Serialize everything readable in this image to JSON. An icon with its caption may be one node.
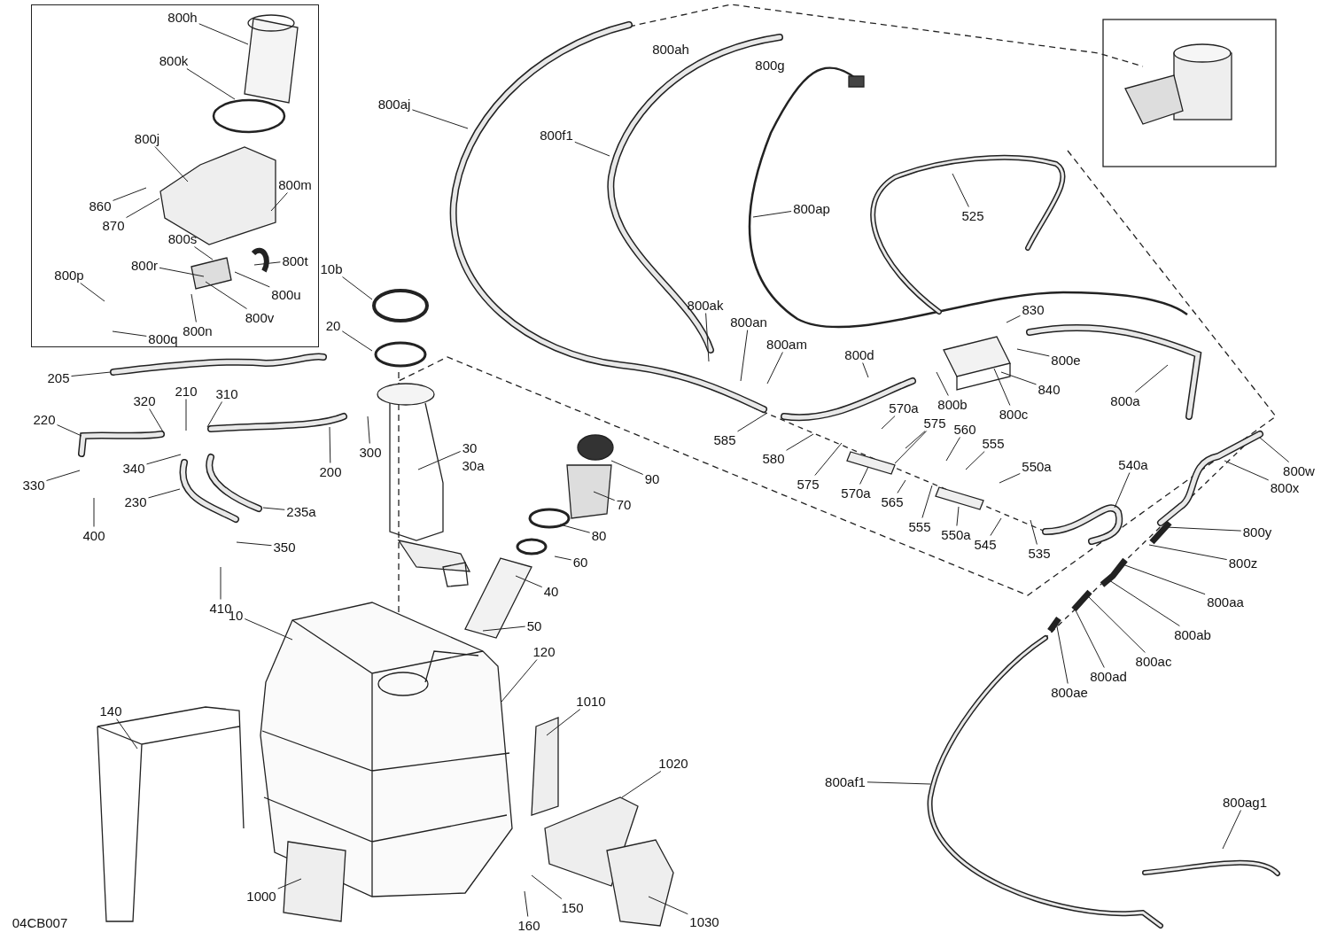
{
  "diagram": {
    "nodes": [
      {
        "text": [],
        "shape": "box"
      },
      {
        "text": [
          "800h"
        ],
        "in": 0
      },
      {
        "text": [
          "800k"
        ],
        "in": 0
      },
      {
        "text": [
          "800j"
        ],
        "in": 0
      },
      {
        "text": [
          "860"
        ],
        "in": 0
      },
      {
        "text": [
          "870"
        ],
        "in": 0
      },
      {
        "text": [
          "800m"
        ],
        "in": 0
      },
      {
        "text": [
          "800s"
        ],
        "in": 0
      },
      {
        "text": [
          "800r"
        ],
        "in": 0
      },
      {
        "text": [
          "800t"
        ],
        "in": 0
      },
      {
        "text": [
          "800u"
        ],
        "in": 0
      },
      {
        "text": [
          "800v"
        ],
        "in": 0
      },
      {
        "text": [
          "800n"
        ],
        "in": 0
      },
      {
        "text": [
          "800p"
        ],
        "in": 0
      },
      {
        "text": [
          "800q"
        ],
        "in": 0
      },
      {
        "text": [
          "10b"
        ]
      },
      {
        "text": [
          "20"
        ]
      },
      {
        "text": [
          "205"
        ]
      },
      {
        "text": [
          "320"
        ]
      },
      {
        "text": [
          "210"
        ]
      },
      {
        "text": [
          "310"
        ]
      },
      {
        "text": [
          "220"
        ]
      },
      {
        "text": [
          "340"
        ]
      },
      {
        "text": [
          "330"
        ]
      },
      {
        "text": [
          "400"
        ]
      },
      {
        "text": [
          "230"
        ]
      },
      {
        "text": [
          "235a"
        ]
      },
      {
        "text": [
          "350"
        ]
      },
      {
        "text": [
          "410"
        ]
      },
      {
        "text": [
          "200"
        ]
      },
      {
        "text": [
          "300"
        ]
      },
      {
        "text": [
          "30"
        ]
      },
      {
        "text": [
          "90"
        ]
      },
      {
        "text": [
          "70"
        ]
      },
      {
        "text": [
          "80"
        ]
      },
      {
        "text": [
          "60"
        ]
      },
      {
        "text": [
          "40"
        ]
      },
      {
        "text": [
          "50"
        ]
      },
      {
        "text": [
          "10"
        ]
      },
      {
        "text": [
          "120"
        ]
      },
      {
        "text": [
          "140"
        ]
      },
      {
        "text": [
          "1010"
        ]
      },
      {
        "text": [
          "1020"
        ]
      },
      {
        "text": [
          "150"
        ]
      },
      {
        "text": [
          "160"
        ]
      },
      {
        "text": [
          "1000"
        ]
      },
      {
        "text": [
          "1030"
        ]
      },
      {
        "text": [
          "800aj"
        ]
      },
      {
        "text": [
          "800f1"
        ]
      },
      {
        "text": [
          "800ap"
        ]
      },
      {
        "text": [
          "525"
        ]
      },
      {
        "text": [
          "800ak"
        ]
      },
      {
        "text": [
          "800an"
        ]
      },
      {
        "text": [
          "800am"
        ]
      },
      {
        "text": [
          "800d"
        ]
      },
      {
        "text": [
          "830"
        ]
      },
      {
        "text": [
          "800e"
        ]
      },
      {
        "text": [
          "840"
        ]
      },
      {
        "text": [
          "800b"
        ]
      },
      {
        "text": [
          "800c"
        ]
      },
      {
        "text": [
          "800a"
        ]
      },
      {
        "text": [
          "585"
        ]
      },
      {
        "text": [
          "580"
        ]
      },
      {
        "text": [
          "575"
        ]
      },
      {
        "text": [
          "570a"
        ]
      },
      {
        "text": [
          "575"
        ]
      },
      {
        "text": [
          "560"
        ]
      },
      {
        "text": [
          "555"
        ]
      },
      {
        "text": [
          "550a"
        ]
      },
      {
        "text": [
          "570a"
        ]
      },
      {
        "text": [
          "565"
        ]
      },
      {
        "text": [
          "555"
        ]
      },
      {
        "text": [
          "550a"
        ]
      },
      {
        "text": [
          "545"
        ]
      },
      {
        "text": [
          "535"
        ]
      },
      {
        "text": [
          "540a"
        ]
      },
      {
        "text": [
          "800w"
        ]
      },
      {
        "text": [
          "800x"
        ]
      },
      {
        "text": [
          "800y"
        ]
      },
      {
        "text": [
          "800z"
        ]
      },
      {
        "text": [
          "800aa"
        ]
      },
      {
        "text": [
          "800ab"
        ]
      },
      {
        "text": [
          "800ac"
        ]
      },
      {
        "text": [
          "800ad"
        ]
      },
      {
        "text": [
          "800ae"
        ]
      },
      {
        "text": [
          "800af1"
        ]
      },
      {
        "text": [
          "800ag1"
        ]
      }
    ],
    "edges": [
      {
        "from": 1,
        "to": null,
        "arrow": "none"
      },
      {
        "from": 2,
        "to": null,
        "arrow": "none"
      },
      {
        "from": 3,
        "to": null,
        "arrow": "none"
      },
      {
        "from": 4,
        "to": null,
        "arrow": "none"
      },
      {
        "from": 5,
        "to": null,
        "arrow": "none"
      },
      {
        "from": 6,
        "to": null,
        "arrow": "none"
      },
      {
        "from": 7,
        "to": null,
        "arrow": "none"
      },
      {
        "from": 8,
        "to": null,
        "arrow": "none"
      },
      {
        "from": 9,
        "to": null,
        "arrow": "none"
      },
      {
        "from": 10,
        "to": null,
        "arrow": "none"
      },
      {
        "from": 11,
        "to": null,
        "arrow": "none"
      },
      {
        "from": 12,
        "to": null,
        "arrow": "none"
      },
      {
        "from": 13,
        "to": null,
        "arrow": "none"
      },
      {
        "from": 14,
        "to": null,
        "arrow": "none"
      },
      {
        "from": 15,
        "to": null,
        "arrow": "none"
      },
      {
        "from": 16,
        "to": null,
        "arrow": "none"
      },
      {
        "from": 17,
        "to": null,
        "arrow": "none"
      },
      {
        "from": 18,
        "to": null,
        "arrow": "none"
      },
      {
        "from": 19,
        "to": null,
        "arrow": "none"
      },
      {
        "from": 20,
        "to": null,
        "arrow": "none"
      },
      {
        "from": 21,
        "to": null,
        "arrow": "none"
      },
      {
        "from": 22,
        "to": null,
        "arrow": "none"
      },
      {
        "from": 23,
        "to": null,
        "arrow": "none"
      },
      {
        "from": 24,
        "to": null,
        "arrow": "none"
      },
      {
        "from": 25,
        "to": null,
        "arrow": "none"
      },
      {
        "from": 26,
        "to": null,
        "arrow": "none"
      },
      {
        "from": 27,
        "to": null,
        "arrow": "none"
      },
      {
        "from": 28,
        "to": null,
        "arrow": "none"
      },
      {
        "from": 29,
        "to": null,
        "arrow": "none"
      },
      {
        "from": 30,
        "to": null,
        "arrow": "none"
      },
      {
        "from": 31,
        "to": null,
        "arrow": "none"
      },
      {
        "from": 32,
        "to": null,
        "arrow": "none"
      },
      {
        "from": 33,
        "to": null,
        "arrow": "none"
      },
      {
        "from": 34,
        "to": null,
        "arrow": "none"
      },
      {
        "from": 35,
        "to": null,
        "arrow": "none"
      },
      {
        "from": 36,
        "to": null,
        "arrow": "none"
      },
      {
        "from": 37,
        "to": null,
        "arrow": "none"
      },
      {
        "from": 38,
        "to": null,
        "arrow": "none"
      },
      {
        "from": 39,
        "to": null,
        "arrow": "none"
      },
      {
        "from": 40,
        "to": null,
        "arrow": "none"
      },
      {
        "from": 41,
        "to": null,
        "arrow": "none"
      },
      {
        "from": 42,
        "to": null,
        "arrow": "none"
      },
      {
        "from": 43,
        "to": null,
        "arrow": "none"
      },
      {
        "from": 44,
        "to": null,
        "arrow": "none"
      },
      {
        "from": 45,
        "to": null,
        "arrow": "none"
      },
      {
        "from": 46,
        "to": null,
        "arrow": "none"
      },
      {
        "from": 47,
        "to": null,
        "arrow": "none"
      },
      {
        "from": 48,
        "to": null,
        "arrow": "none"
      },
      {
        "from": 49,
        "to": null,
        "arrow": "none"
      },
      {
        "from": 50,
        "to": null,
        "arrow": "none"
      },
      {
        "from": 51,
        "to": null,
        "arrow": "none"
      },
      {
        "from": 52,
        "to": null,
        "arrow": "none"
      },
      {
        "from": 53,
        "to": null,
        "arrow": "none"
      },
      {
        "from": 54,
        "to": null,
        "arrow": "none"
      },
      {
        "from": 55,
        "to": null,
        "arrow": "none"
      },
      {
        "from": 56,
        "to": null,
        "arrow": "none"
      },
      {
        "from": 57,
        "to": null,
        "arrow": "none"
      },
      {
        "from": 58,
        "to": null,
        "arrow": "none"
      },
      {
        "from": 59,
        "to": null,
        "arrow": "none"
      },
      {
        "from": 60,
        "to": null,
        "arrow": "none"
      },
      {
        "from": 61,
        "to": null,
        "arrow": "none"
      },
      {
        "from": 62,
        "to": null,
        "arrow": "none"
      },
      {
        "from": 63,
        "to": null,
        "arrow": "none"
      },
      {
        "from": 64,
        "to": null,
        "arrow": "none"
      },
      {
        "from": 65,
        "to": null,
        "arrow": "none"
      },
      {
        "from": 65,
        "to": null,
        "arrow": "none"
      },
      {
        "from": 66,
        "to": null,
        "arrow": "none"
      },
      {
        "from": 67,
        "to": null,
        "arrow": "none"
      },
      {
        "from": 68,
        "to": null,
        "arrow": "none"
      },
      {
        "from": 69,
        "to": null,
        "arrow": "none"
      },
      {
        "from": 70,
        "to": null,
        "arrow": "none"
      },
      {
        "from": 71,
        "to": null,
        "arrow": "none"
      },
      {
        "from": 72,
        "to": null,
        "arrow": "none"
      },
      {
        "from": 73,
        "to": null,
        "arrow": "none"
      },
      {
        "from": 74,
        "to": null,
        "arrow": "none"
      },
      {
        "from": 75,
        "to": null,
        "arrow": "none"
      },
      {
        "from": 76,
        "to": null,
        "arrow": "none"
      },
      {
        "from": 77,
        "to": null,
        "arrow": "none"
      },
      {
        "from": 78,
        "to": null,
        "arrow": "none"
      },
      {
        "from": 79,
        "to": null,
        "arrow": "none"
      },
      {
        "from": 80,
        "to": null,
        "arrow": "none"
      },
      {
        "from": 81,
        "to": null,
        "arrow": "none"
      },
      {
        "from": 82,
        "to": null,
        "arrow": "none"
      },
      {
        "from": 83,
        "to": null,
        "arrow": "none"
      },
      {
        "from": 84,
        "to": null,
        "arrow": "none"
      },
      {
        "from": 85,
        "to": null,
        "arrow": "none"
      },
      {
        "from": 86,
        "to": null,
        "arrow": "none"
      }
    ],
    "labels": [
      "800ah",
      "800g",
      "30a",
      "04CB007"
    ]
  }
}
